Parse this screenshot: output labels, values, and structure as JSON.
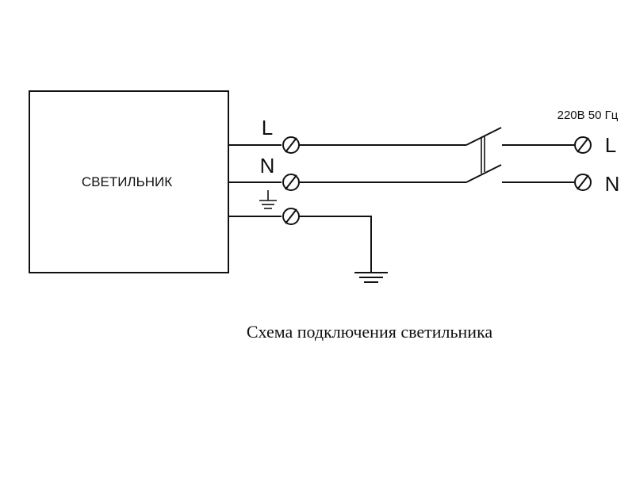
{
  "diagram": {
    "device_label": "СВЕТИЛЬНИК",
    "terminal_labels": {
      "line": "L",
      "neutral": "N"
    },
    "supply": {
      "label": "220В 50 Гц",
      "line": "L",
      "neutral": "N"
    },
    "caption": "Схема подключения светильника",
    "colors": {
      "ink": "#111111",
      "background": "#ffffff"
    }
  }
}
